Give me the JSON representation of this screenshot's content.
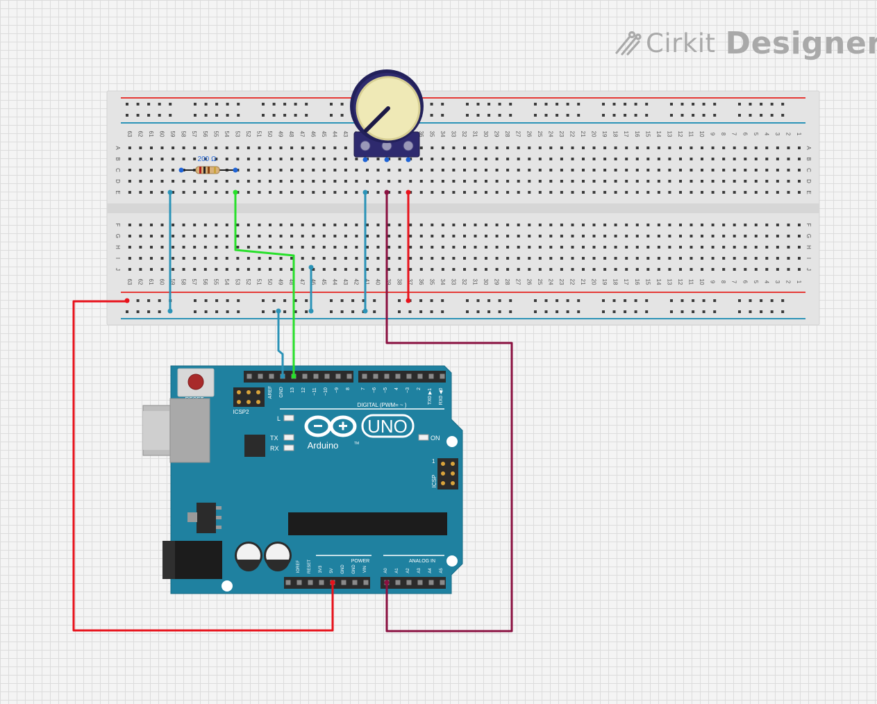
{
  "brand": {
    "name": "Cirkit",
    "product": "Designer"
  },
  "breadboard": {
    "columns": 63,
    "row_labels_top": [
      "A",
      "B",
      "C",
      "D",
      "E"
    ],
    "row_labels_bottom": [
      "F",
      "G",
      "H",
      "I",
      "J"
    ]
  },
  "resistor": {
    "label": "200 Ω"
  },
  "arduino": {
    "reset_label": "RESET",
    "icsp2_label": "ICSP2",
    "icsp_label": "ICSP",
    "icsp_pin1": "1",
    "digital_header_labels": [
      "AREF",
      "GND",
      "13",
      "12",
      "~11",
      "~10",
      "~9",
      "8"
    ],
    "digital_header_labels_2": [
      "7",
      "~6",
      "~5",
      "4",
      "~3",
      "2",
      "TX0 ▶1",
      "RX0 ◀0"
    ],
    "digital_label": "DIGITAL (PWM= ~ )",
    "led_l": "L",
    "led_tx": "TX",
    "led_rx": "RX",
    "led_on": "ON",
    "logo_text": "Arduino",
    "logo_tm": "TM",
    "model": "UNO",
    "power_label": "POWER",
    "analog_label": "ANALOG IN",
    "power_pins": [
      "IOREF",
      "RESET",
      "3V3",
      "5V",
      "GND",
      "GND",
      "VIN"
    ],
    "analog_pins": [
      "A0",
      "A1",
      "A2",
      "A3",
      "A4",
      "A5"
    ]
  },
  "colors": {
    "wire_red": "#e8121b",
    "wire_blue": "#2b93b7",
    "wire_green": "#27e02a",
    "wire_maroon": "#8a1040",
    "board_teal": "#1f81a0",
    "rail_red": "#e53935",
    "rail_blue": "#2b93b7"
  }
}
